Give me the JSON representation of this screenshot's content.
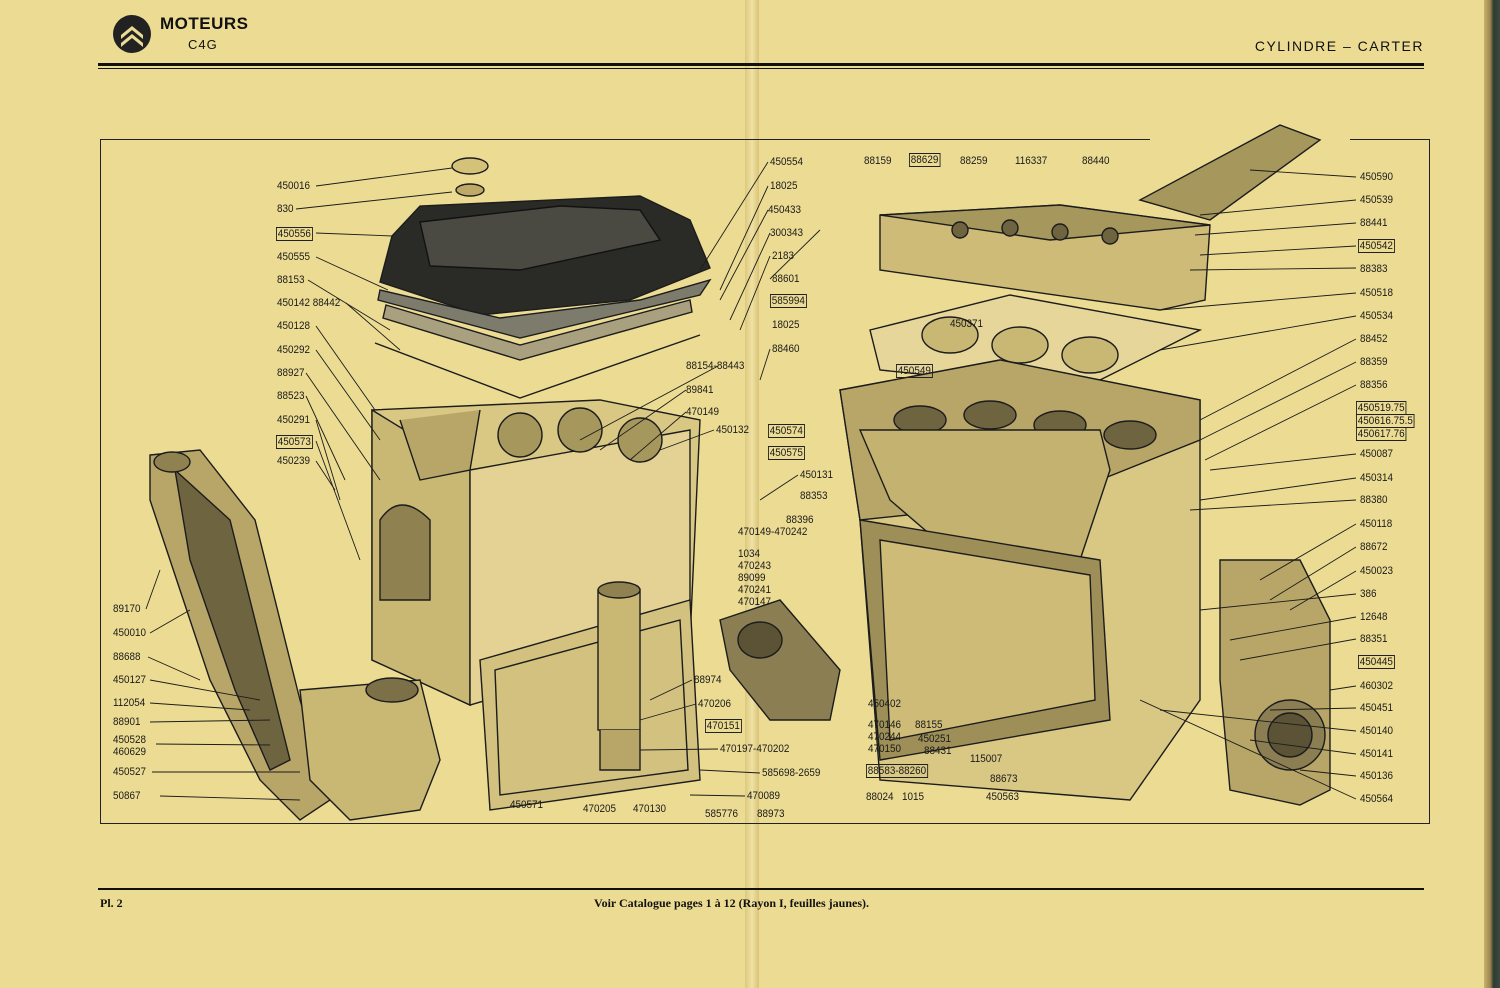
{
  "header": {
    "title": "MOTEURS",
    "subtitle": "C4G",
    "section": "CYLINDRE – CARTER"
  },
  "footer": {
    "plate": "Pl. 2",
    "note": "Voir Catalogue pages 1 à 12 (Rayon I, feuilles jaunes)."
  },
  "labels": {
    "l0": "450016",
    "l1": "830",
    "l2": "450556",
    "l3": "450555",
    "l4": "88153",
    "l5": "450142 88442",
    "l6": "450128",
    "l7": "450292",
    "l8": "88927",
    "l9": "88523",
    "l10": "450291",
    "l11": "450573",
    "l12": "450239",
    "l13": "89170",
    "l14": "450010",
    "l15": "88688",
    "l16": "450127",
    "l17": "112054",
    "l18": "88901",
    "l19": "450528",
    "l20": "460629",
    "l21": "450527",
    "l22": "50867",
    "c0": "450554",
    "c1": "18025",
    "c2": "450433",
    "c3": "300343",
    "c4": "2183",
    "c5": "88601",
    "c6": "585994",
    "c7": "18025",
    "c8": "88460",
    "c9": "88154-88443",
    "c10": "89841",
    "c11": "470149",
    "c12": "450132",
    "c13": "450574",
    "c14": "450575",
    "c15": "450131",
    "c16": "88353",
    "c17": "88396",
    "c18": "470149-470242",
    "c19": "1034",
    "c20": "470243",
    "c21": "89099",
    "c22": "470241",
    "c23": "470147",
    "c24": "88974",
    "c25": "470206",
    "c26": "470151",
    "c27": "470197-470202",
    "c28": "585698-2659",
    "c29": "470089",
    "c30": "88973",
    "c31": "450571",
    "c32": "470205",
    "c33": "470130",
    "c34": "585776",
    "m0": "88159",
    "m1": "88629",
    "m2": "88259",
    "m3": "116337",
    "m4": "88440",
    "m5": "450371",
    "m6": "450549",
    "m7": "450402",
    "m8": "470146",
    "m9": "470244",
    "m10": "470150",
    "m11": "88155",
    "m12": "450251",
    "m13": "88431",
    "m14": "88583-88260",
    "m15": "115007",
    "m16": "88673",
    "m17": "88024",
    "m18": "1015",
    "m19": "450563",
    "r0": "450590",
    "r1": "450539",
    "r2": "88441",
    "r3": "450542",
    "r4": "88383",
    "r5": "450518",
    "r6": "450534",
    "r7": "88452",
    "r8": "88359",
    "r9": "88356",
    "r10": "450519.75",
    "r11": "450616.75.5",
    "r12": "450617.76",
    "r13": "450087",
    "r14": "450314",
    "r15": "88380",
    "r16": "450118",
    "r17": "88672",
    "r18": "450023",
    "r19": "386",
    "r20": "12648",
    "r21": "88351",
    "r22": "450445",
    "r23": "460302",
    "r24": "450451",
    "r25": "450140",
    "r26": "450141",
    "r27": "450136",
    "r28": "450564"
  }
}
